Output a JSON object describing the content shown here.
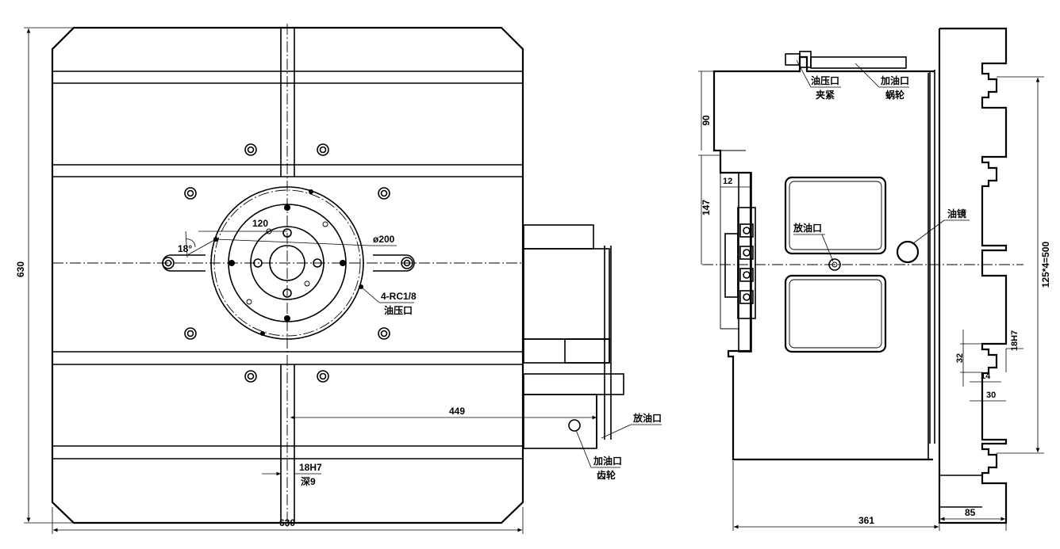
{
  "front_view": {
    "width_dim": "630",
    "height_dim": "630",
    "offset_dim": "449",
    "dim_120": "120",
    "angle": "18°",
    "diameter": "ø200",
    "ports_line1": "4-RC1/8",
    "ports_line2": "油压口",
    "slot_line1": "18H7",
    "slot_line2": "深9",
    "drain": "放油口",
    "fill_line1": "加油口",
    "fill_line2": "齿轮"
  },
  "side_view": {
    "clamp_line1": "油压口",
    "clamp_line2": "夹紧",
    "worm_line1": "加油口",
    "worm_line2": "蜗轮",
    "dim_90": "90",
    "dim_147": "147",
    "dim_12": "12",
    "drain": "放油口",
    "oil_mirror": "油镜",
    "pitch_dim": "125*4=500",
    "slot_dim": "18H7",
    "dim_32": "32",
    "dim_14": "14",
    "dim_30": "30",
    "depth_dim": "361",
    "base_dim": "85"
  }
}
